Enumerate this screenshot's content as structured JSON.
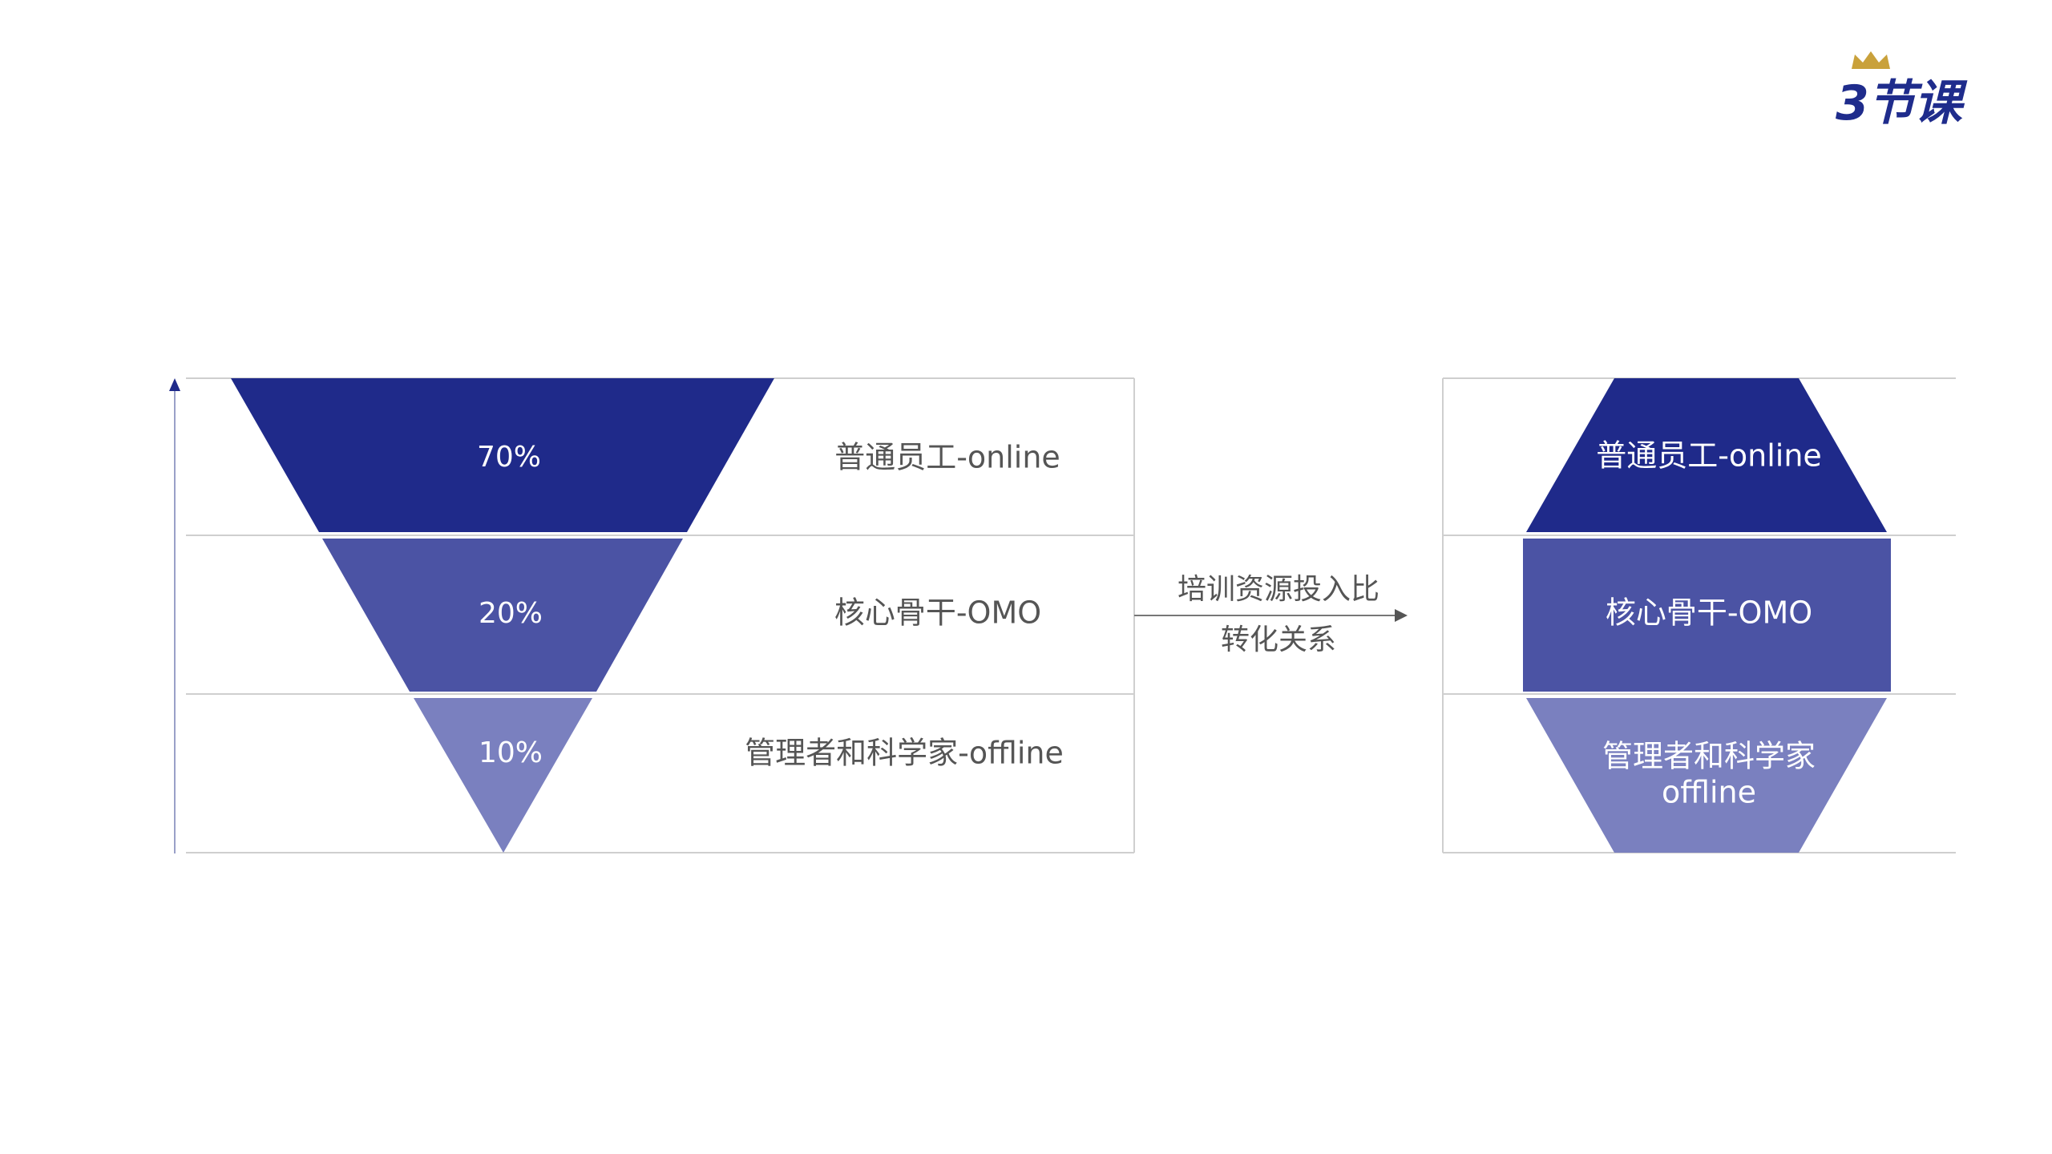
{
  "brand": {
    "logo_text": "3节课",
    "logo_color": "#1f2c8c",
    "crown_color": "#c9a13b"
  },
  "colors": {
    "tier1": "#1f2a8a",
    "tier2": "#4b53a4",
    "tier3": "#7a80bf",
    "grid": "#cfcfcf",
    "text": "#555555",
    "arrow": "#555555"
  },
  "left_funnel": {
    "tiers": [
      {
        "percent": "70%",
        "label": "普通员工-online"
      },
      {
        "percent": "20%",
        "label": "核心骨干-OMO"
      },
      {
        "percent": "10%",
        "label": "管理者和科学家-offline"
      }
    ]
  },
  "relation": {
    "line1": "培训资源投入比",
    "line2": "转化关系"
  },
  "right_funnel": {
    "tiers": [
      {
        "label": "普通员工-online"
      },
      {
        "label": "核心骨干-OMO"
      },
      {
        "label": "管理者和科学家",
        "label2": "offline"
      }
    ]
  }
}
